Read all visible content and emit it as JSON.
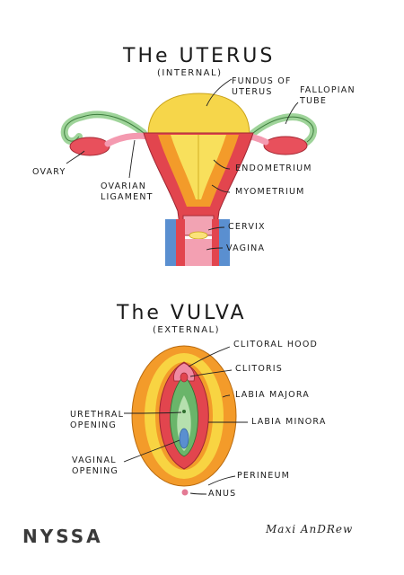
{
  "uterus": {
    "title": "THe UTERUS",
    "subtitle": "(INTERNAL)",
    "labels": {
      "fundus": "FUNDUS OF UTERUS",
      "fallopian": "FALLOPIAN TUBE",
      "ovary": "OVARY",
      "ovarian_ligament": "OVARIAN LIGAMENT",
      "endometrium": "ENDOMETRIUM",
      "myometrium": "MYOMETRIUM",
      "cervix": "CERVIX",
      "vagina": "VAGINA"
    }
  },
  "vulva": {
    "title": "The VULVA",
    "subtitle": "(EXTERNAL)",
    "labels": {
      "clitoral_hood": "CLITORAL HOOD",
      "clitoris": "CLITORIS",
      "labia_majora": "LABIA MAJORA",
      "urethral_opening": "URETHRAL OPENING",
      "labia_minora": "LABIA MINORA",
      "vaginal_opening": "VAGINAL OPENING",
      "perineum": "PERINEUM",
      "anus": "ANUS"
    }
  },
  "brand": "NYSSA",
  "signature": "Maxi AnDRew",
  "colors": {
    "yellow": "#f6d64a",
    "orange": "#f39b2a",
    "red": "#e2454e",
    "pink": "#ee8fa6",
    "green": "#6ab56a",
    "light_green": "#b6e0ae",
    "blue": "#5a8fd0"
  }
}
